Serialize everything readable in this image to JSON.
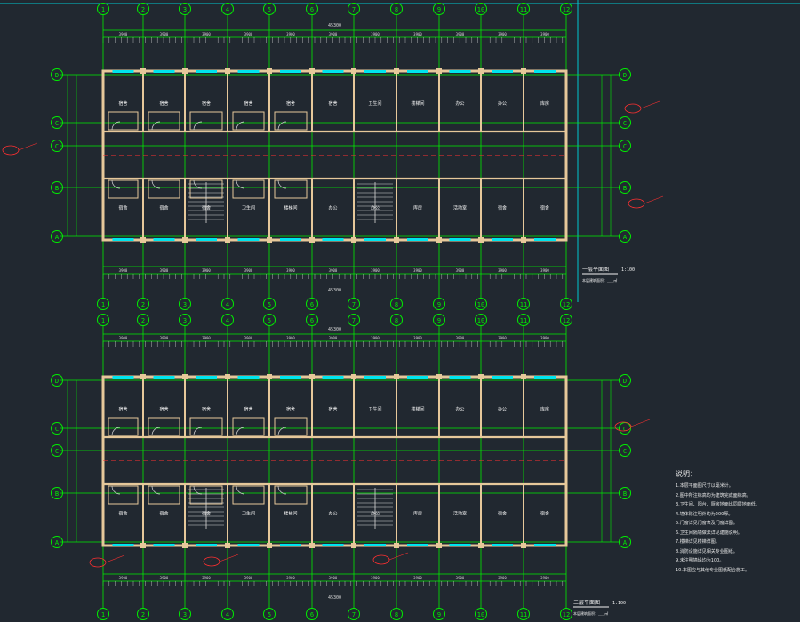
{
  "drawing": {
    "background_color": "#212830",
    "colors": {
      "grid_line": "#00ee00",
      "axis_bubble": "#00ee00",
      "wall": "#e6c89a",
      "window": "#00e5ee",
      "door": "#d8d8d8",
      "dimension": "#d8d8d8",
      "text": "#f2f2f2",
      "note_callout": "#ff3030",
      "column": "#e6c89a",
      "border": "#00c8d0"
    },
    "column_axes": [
      "1",
      "2",
      "3",
      "4",
      "5",
      "6",
      "7",
      "8",
      "9",
      "10",
      "11",
      "12"
    ],
    "row_axes": [
      "D",
      "C",
      "C",
      "B",
      "A"
    ],
    "row_axes_lower": [
      "D",
      "C",
      "C",
      "B",
      "A"
    ],
    "dimensions": {
      "total_top": "45300",
      "total_upper_bottom": "45300",
      "total_lower_top": "45300",
      "total_lower_bottom": "45300",
      "bay": "3900"
    },
    "top_plan": {
      "title": "一层平面图",
      "scale": "1:100",
      "subtitle": "本层建筑面积：___㎡"
    },
    "bottom_plan": {
      "title": "二层平面图",
      "scale": "1:100",
      "subtitle": "本层建筑面积：___㎡"
    },
    "room_labels": [
      "宿舍",
      "宿舍",
      "宿舍",
      "宿舍",
      "宿舍",
      "宿舍",
      "卫生间",
      "楼梯间",
      "办公",
      "办公",
      "库房",
      "活动室"
    ],
    "notes": {
      "title": "说明：",
      "lines": [
        "1.本层平面图尺寸以毫米计。",
        "2.图中所注标高均为建筑完成面标高。",
        "3.卫生间、阳台、厨房地面比同层地面低。",
        "4.墙体除注明外均为200厚。",
        "5.门窗详见门窗表及门窗详图。",
        "6.卫生间隔墙做法详见建施说明。",
        "7.楼梯详见楼梯详图。",
        "8.消防设施详见相关专业图纸。",
        "9.未注明墙垛均为100。",
        "10.本图应与其他专业图纸配合施工。"
      ]
    }
  }
}
